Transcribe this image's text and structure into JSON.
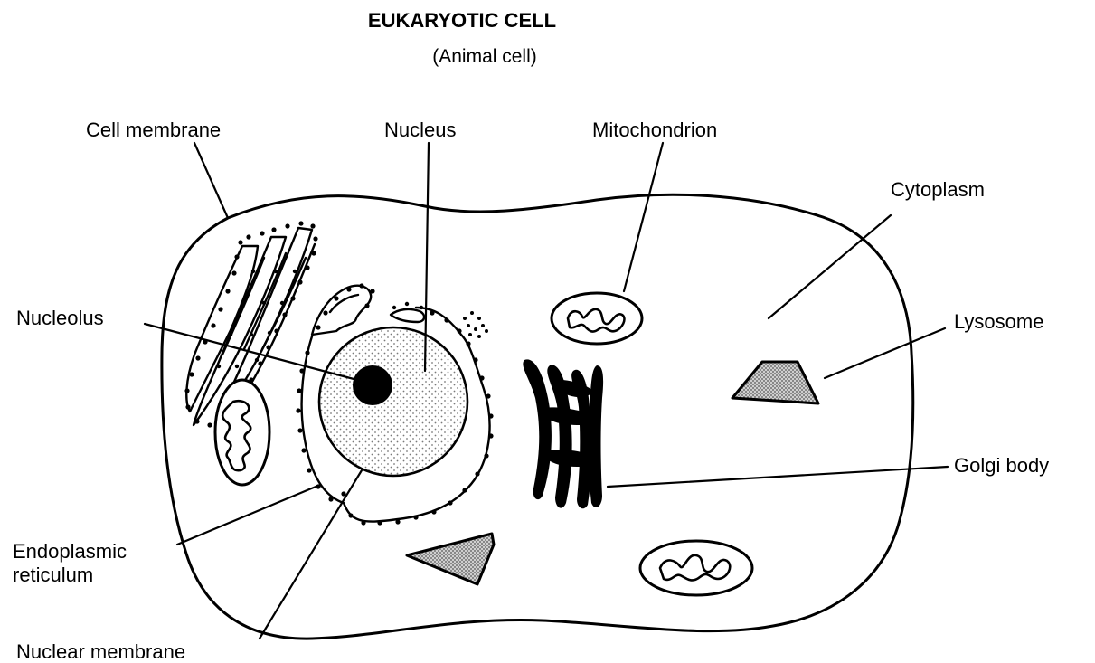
{
  "title": "EUKARYOTIC CELL",
  "subtitle": "(Animal cell)",
  "labels": {
    "cell_membrane": "Cell membrane",
    "nucleus": "Nucleus",
    "mitochondrion": "Mitochondrion",
    "cytoplasm": "Cytoplasm",
    "nucleolus": "Nucleolus",
    "lysosome": "Lysosome",
    "golgi_body": "Golgi body",
    "endoplasmic_reticulum_1": "Endoplasmic",
    "endoplasmic_reticulum_2": "reticulum",
    "nuclear_membrane": "Nuclear membrane"
  },
  "colors": {
    "ink": "#000000",
    "stipple": "#9a9a9a",
    "background": "#ffffff"
  }
}
